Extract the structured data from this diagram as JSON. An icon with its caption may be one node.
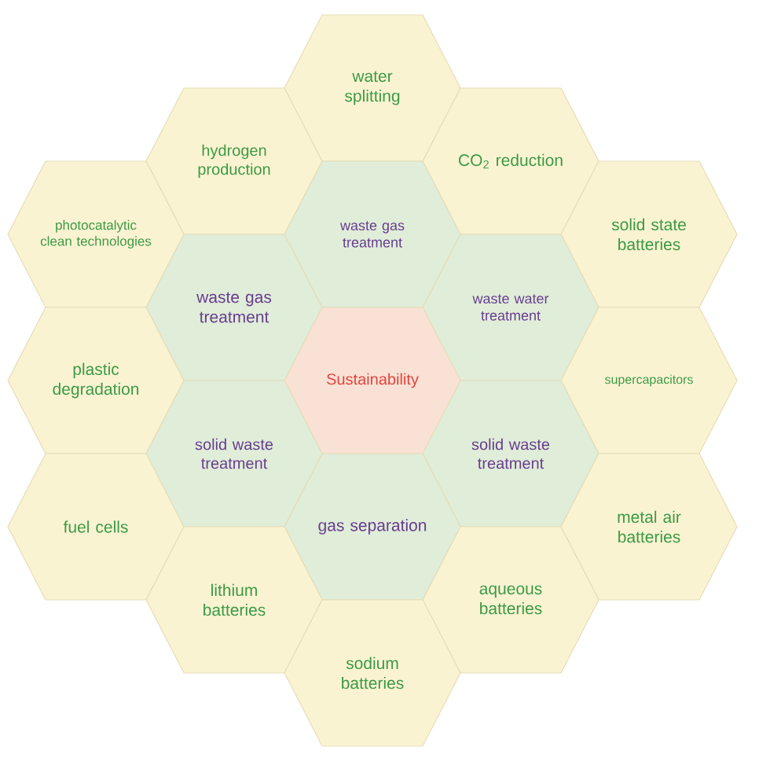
{
  "diagram": {
    "nodes": [
      {
        "text": [
          "water splitting"
        ]
      },
      {
        "text": [
          "hydrogen production"
        ]
      },
      {
        "text": [
          "CO$_{2}$ reduction"
        ]
      },
      {
        "text": [
          "photocatalytic clean technologies"
        ]
      },
      {
        "text": [
          "waste gas treatment"
        ]
      },
      {
        "text": [
          "solid state batteries"
        ]
      },
      {
        "text": [
          "waste gas treatment"
        ]
      },
      {
        "text": [
          "waste water treatment"
        ]
      },
      {
        "text": [
          "plastic degradation"
        ]
      },
      {
        "text": [
          "Sustainability"
        ]
      },
      {
        "text": [
          "supercapacitors"
        ]
      },
      {
        "text": [
          "solid waste treatment"
        ]
      },
      {
        "text": [
          "solid waste treatment"
        ]
      },
      {
        "text": [
          "fuel cells"
        ]
      },
      {
        "text": [
          "gas separation"
        ]
      },
      {
        "text": [
          "metal air batteries"
        ]
      },
      {
        "text": [
          "lithium batteries"
        ]
      },
      {
        "text": [
          "aqueous batteries"
        ]
      },
      {
        "text": [
          "sodium batteries"
        ]
      }
    ]
  }
}
